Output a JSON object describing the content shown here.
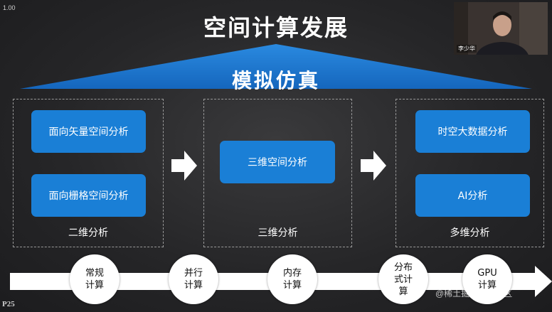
{
  "zoom": "1.00",
  "title": "空间计算发展",
  "roof_label": "模拟仿真",
  "groups": [
    {
      "label": "二维分析",
      "boxes": [
        "面向矢量空间分析",
        "面向栅格空间分析"
      ]
    },
    {
      "label": "三维分析",
      "boxes": [
        "三维空间分析"
      ]
    },
    {
      "label": "多维分析",
      "boxes": [
        "时空大数据分析",
        "AI分析"
      ]
    }
  ],
  "timeline": [
    {
      "line1": "常规",
      "line2": "计算"
    },
    {
      "line1": "并行",
      "line2": "计算"
    },
    {
      "line1": "内存",
      "line2": "计算"
    },
    {
      "line1": "分布",
      "line2": "式计",
      "line3": "算"
    },
    {
      "line1": "GPU",
      "line2": "计算"
    }
  ],
  "page_number": "P25",
  "watermark": "@稀土掘金技术社区",
  "video": {
    "participant_name": "李少华"
  },
  "colors": {
    "accent": "#1a7fd6",
    "background": "#2a2a2c"
  }
}
